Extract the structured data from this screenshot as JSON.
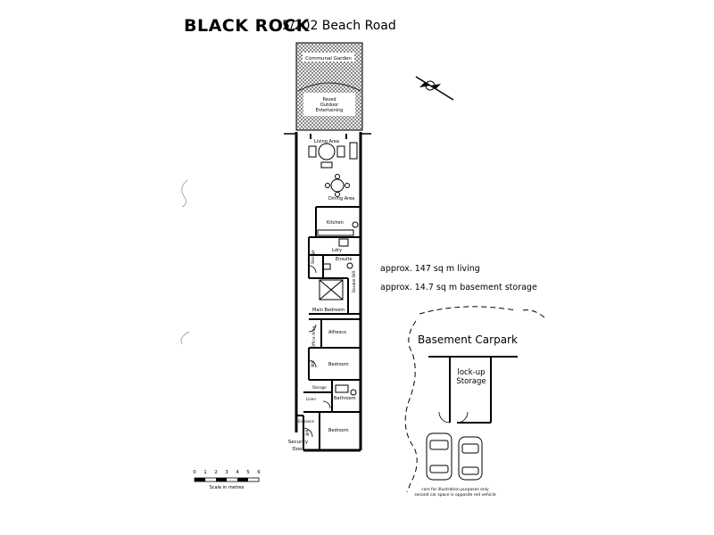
{
  "header": {
    "title": "BLACK ROCK",
    "subtitle": "5/202 Beach Road"
  },
  "stats": {
    "living": "approx. 147 sq m living",
    "storage": "approx. 14.7 sq m basement storage"
  },
  "rooms": {
    "common_garden": "Communal Garden",
    "courtyard": "Paved Outdoor Entertaining",
    "living": "Living Area",
    "dining": "Dining Area",
    "kitchen": "Kitchen",
    "laundry": "Ldry",
    "ensuite": "Ensuite",
    "storage": "Storage",
    "double_bir": "Double BIR",
    "main_bedroom": "Main Bedroom",
    "office": "Office Area",
    "alfresco": "Alfresco",
    "bir": "BIR",
    "bedroom2": "Bedroom",
    "store": "Storage",
    "linen": "Linen",
    "bathroom": "Bathroom",
    "entrance": "Entrance",
    "bir2": "BIR",
    "bedroom3": "Bedroom",
    "security_door": "Security Door"
  },
  "scale": {
    "ticks": [
      "0",
      "1",
      "2",
      "3",
      "4",
      "5",
      "6"
    ],
    "label": "Scale in metres"
  },
  "carpark": {
    "title": "Basement Carpark",
    "storage": "lock-up Storage",
    "note_line1": "cars for illustration purposes only",
    "note_line2": "second car space is opposite red vehicle"
  }
}
